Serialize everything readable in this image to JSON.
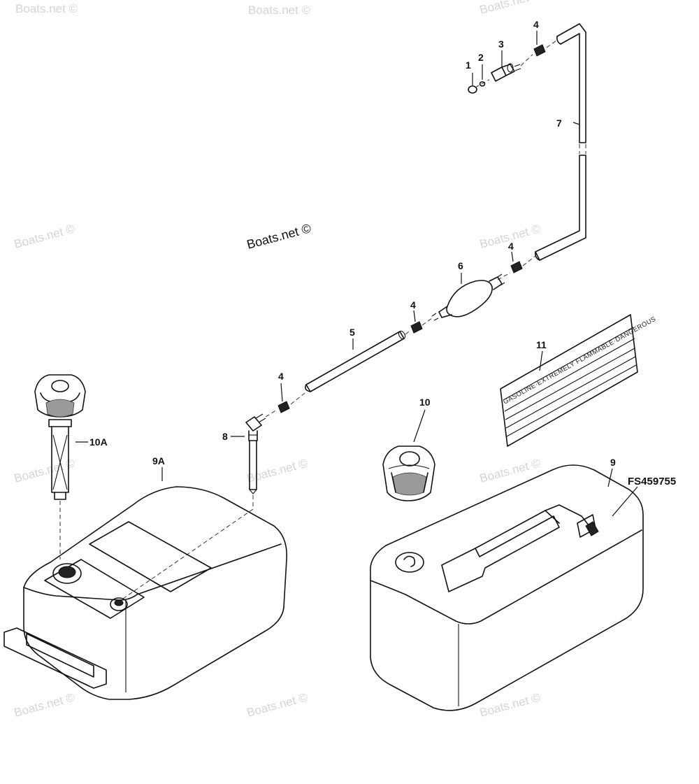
{
  "watermarks": {
    "main": "Boats.net ©",
    "faint": "Boats.net ©"
  },
  "figure_id": "FS459755",
  "callouts": {
    "c1": "1",
    "c2": "2",
    "c3": "3",
    "c4a": "4",
    "c4b": "4",
    "c4c": "4",
    "c4d": "4",
    "c5": "5",
    "c6": "6",
    "c7": "7",
    "c8": "8",
    "c9": "9",
    "c9a": "9A",
    "c10": "10",
    "c10a": "10A",
    "c11": "11"
  },
  "decal": {
    "text": "GASOLINE·EXTREMELY FLAMMABLE·DANGEROUS"
  },
  "colors": {
    "ink": "#111111",
    "watermark": "#d4d4d4",
    "background": "#ffffff"
  }
}
